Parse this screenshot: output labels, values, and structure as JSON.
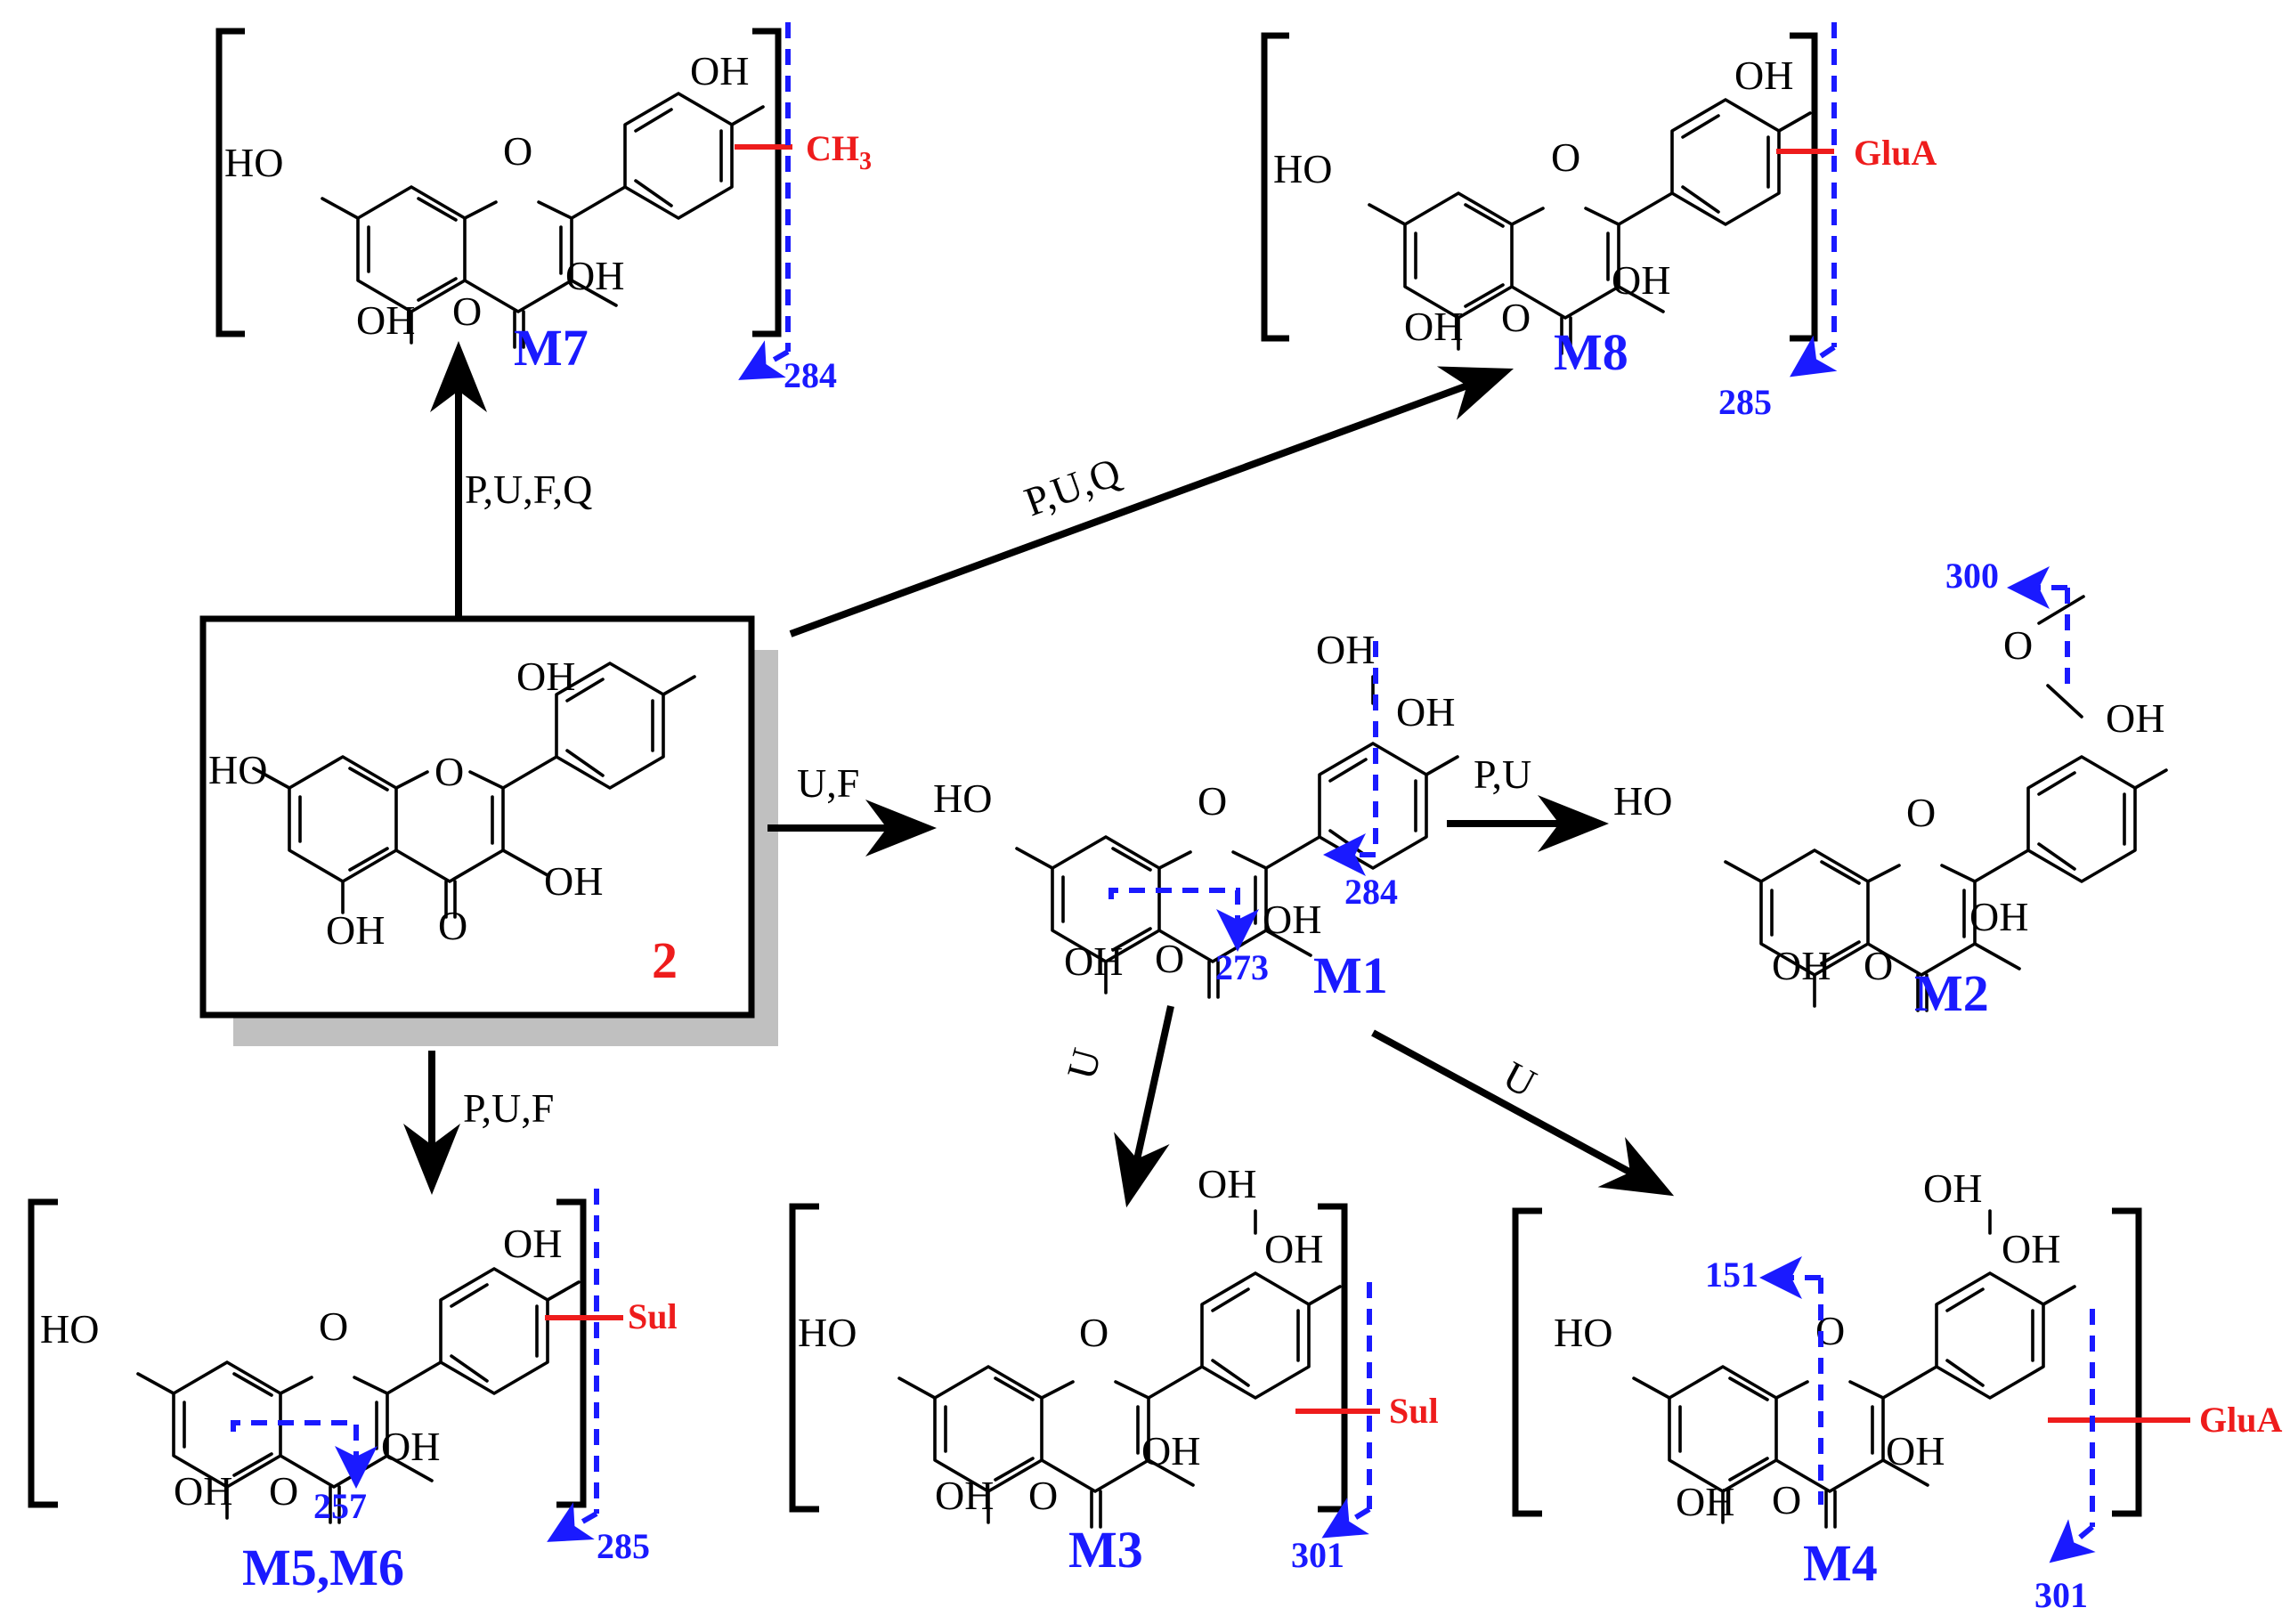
{
  "colors": {
    "label": "#1a1aff",
    "group": "#ee1c1c",
    "bond": "#000000",
    "shadow": "#c0c0c0"
  },
  "atoms": {
    "oh": "OH",
    "ho": "HO",
    "o": "O"
  },
  "compound": {
    "number": "2"
  },
  "conditions": {
    "to_m7": "P,U,F,Q",
    "to_m8": "P,U,Q",
    "to_m1": "U,F",
    "to_m2": "P,U",
    "to_m56": "P,U,F",
    "to_m3": "U",
    "to_m4": "U"
  },
  "metabolites": {
    "m1": {
      "label": "M1",
      "frag_a": "273",
      "frag_b": "284"
    },
    "m2": {
      "label": "M2",
      "frag": "300"
    },
    "m3": {
      "label": "M3",
      "group": "Sul",
      "frag": "301"
    },
    "m4": {
      "label": "M4",
      "group": "GluA",
      "frag_a": "151",
      "frag_b": "301"
    },
    "m56": {
      "label": "M5,M6",
      "group": "Sul",
      "frag_a": "257",
      "frag_b": "285"
    },
    "m7": {
      "label": "M7",
      "group_main": "CH",
      "group_sub": "3",
      "frag": "284"
    },
    "m8": {
      "label": "M8",
      "group": "GluA",
      "frag": "285"
    }
  }
}
